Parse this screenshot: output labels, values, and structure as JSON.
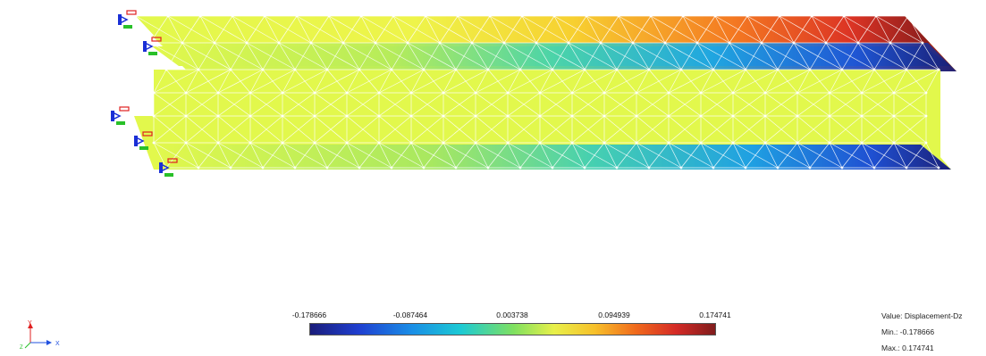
{
  "result": {
    "value_label": "Value: Displacement-Dz",
    "min_label": "Min.: -0.178666",
    "max_label": "Max.: 0.174741"
  },
  "legend": {
    "ticks": [
      "-0.178666",
      "-0.087464",
      "0.003738",
      "0.094939",
      "0.174741"
    ],
    "gradient": [
      "#1a1c7a",
      "#1f4fd4",
      "#1a9ce8",
      "#21d2c8",
      "#7fe060",
      "#e8f04a",
      "#f7c02a",
      "#f06a1c",
      "#d42a26",
      "#7c1c1c"
    ]
  },
  "axes": {
    "y_label": "Y",
    "x_label": "X",
    "z_label": "Z"
  },
  "colors": {
    "base_mesh": "#e2f84c",
    "mesh_lines": "#ffffff",
    "support_blue": "#1a2fd6",
    "support_red": "#e02020",
    "support_green": "#28c028"
  }
}
